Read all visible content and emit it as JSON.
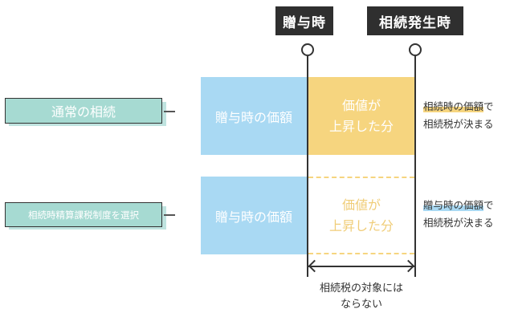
{
  "timeline": {
    "gift_time": "贈与時",
    "inheritance_time": "相続発生時"
  },
  "left_labels": {
    "normal": "通常の相続",
    "settlement": "相続時精算課税制度を選択"
  },
  "blocks": {
    "gift_value_top": "贈与時の価額",
    "rise_top_line1": "価値が",
    "rise_top_line2": "上昇した分",
    "gift_value_bottom": "贈与時の価額",
    "rise_bottom_line1": "価値が",
    "rise_bottom_line2": "上昇した分"
  },
  "notes": {
    "top_highlight": "相続時の価額",
    "top_suffix": "で",
    "top_line2": "相続税が決まる",
    "bottom_highlight": "贈与時の価額",
    "bottom_suffix": "で",
    "bottom_line2": "相続税が決まる"
  },
  "bottom_caption": {
    "line1": "相続税の対象には",
    "line2": "ならない"
  },
  "colors": {
    "dark": "#2f2f2f",
    "teal": "#a6dad2",
    "blue": "#a9d9f3",
    "yellow": "#f6d57f"
  }
}
